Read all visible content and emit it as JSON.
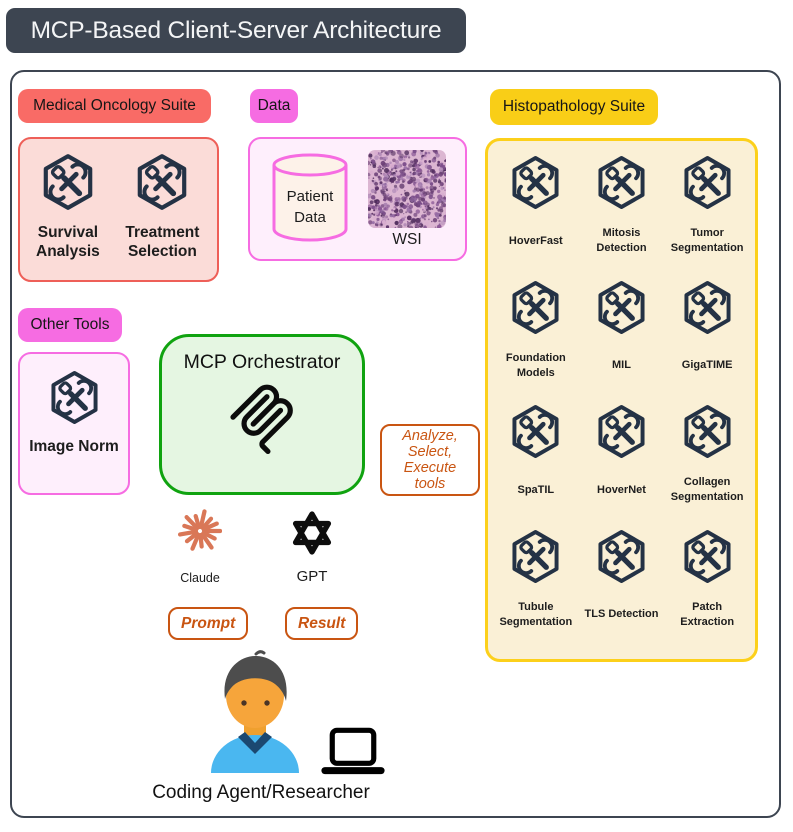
{
  "title": "MCP-Based Client-Server Architecture",
  "colors": {
    "slate": "#3d4551",
    "arrow": "#4b5563",
    "icon_navy": "#243245",
    "red_label": "#f96b66",
    "red_border": "#ee5f58",
    "red_fill": "#fbdcd8",
    "pink": "#f66ce2",
    "pink_fill": "#feeffc",
    "yellow_label": "#f9ce17",
    "yellow_border": "#fcd01b",
    "yellow_fill": "#faf0d6",
    "green_border": "#10a310",
    "green_fill": "#e5f6e2",
    "orange": "#c95512",
    "claude_coral": "#d97757",
    "cylinder_fill": "#fdf2e9"
  },
  "medical_suite": {
    "label": "Medical Oncology Suite",
    "tools": [
      {
        "name": "Survival Analysis"
      },
      {
        "name": "Treatment Selection"
      }
    ]
  },
  "other_tools": {
    "label": "Other Tools",
    "tools": [
      {
        "name": "Image Norm"
      }
    ]
  },
  "data_group": {
    "label": "Data",
    "cylinder_label": "Patient Data",
    "wsi_label": "WSI"
  },
  "histopathology_suite": {
    "label": "Histopathology Suite",
    "tools": [
      {
        "name": "HoverFast"
      },
      {
        "name": "Mitosis Detection"
      },
      {
        "name": "Tumor Segmentation"
      },
      {
        "name": "Foundation Models"
      },
      {
        "name": "MIL"
      },
      {
        "name": "GigaTIME"
      },
      {
        "name": "SpaTIL"
      },
      {
        "name": "HoverNet"
      },
      {
        "name": "Collagen Segmentation"
      },
      {
        "name": "Tubule Segmentation"
      },
      {
        "name": "TLS Detection"
      },
      {
        "name": "Patch Extraction"
      }
    ]
  },
  "orchestrator": {
    "label": "MCP Orchestrator",
    "action_note": "Analyze, Select, Execute tools"
  },
  "llms": {
    "claude_label": "Claude",
    "gpt_label": "GPT"
  },
  "messages": {
    "prompt": "Prompt",
    "result": "Result"
  },
  "user": {
    "label": "Coding Agent/Researcher"
  }
}
